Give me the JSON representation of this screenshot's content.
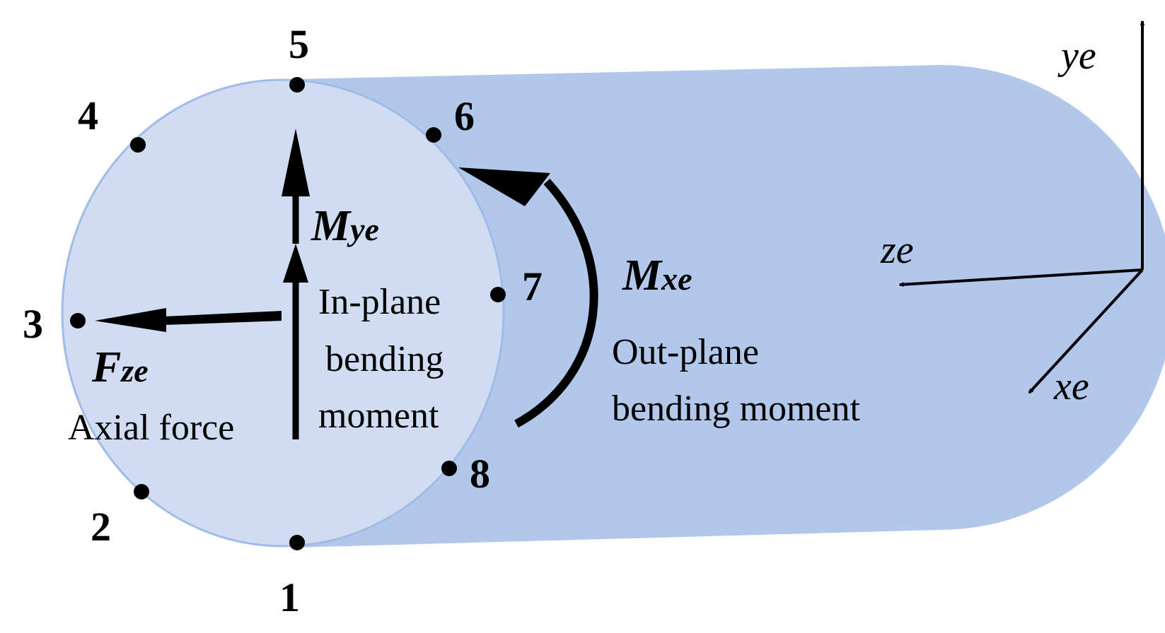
{
  "colors": {
    "cylinder_body": "#b1c8ea",
    "cylinder_face": "#cfdcf2",
    "face_outline": "#9fbbe6",
    "ink": "#000000"
  },
  "points": [
    "1",
    "2",
    "3",
    "4",
    "5",
    "6",
    "7",
    "8"
  ],
  "labels": {
    "mye": {
      "main": "M",
      "sub": "ye"
    },
    "mxe": {
      "main": "M",
      "sub": "xe"
    },
    "fze": {
      "main": "F",
      "sub": "ze"
    },
    "axial_force": "Axial force",
    "in_plane": [
      "In-plane",
      "bending",
      "moment"
    ],
    "out_plane": [
      "Out-plane",
      "bending moment"
    ]
  },
  "axes": {
    "y": "ye",
    "z": "ze",
    "x": "xe"
  },
  "icons": [
    "arrow-up-icon",
    "arrow-left-icon",
    "curved-arrow-icon"
  ]
}
